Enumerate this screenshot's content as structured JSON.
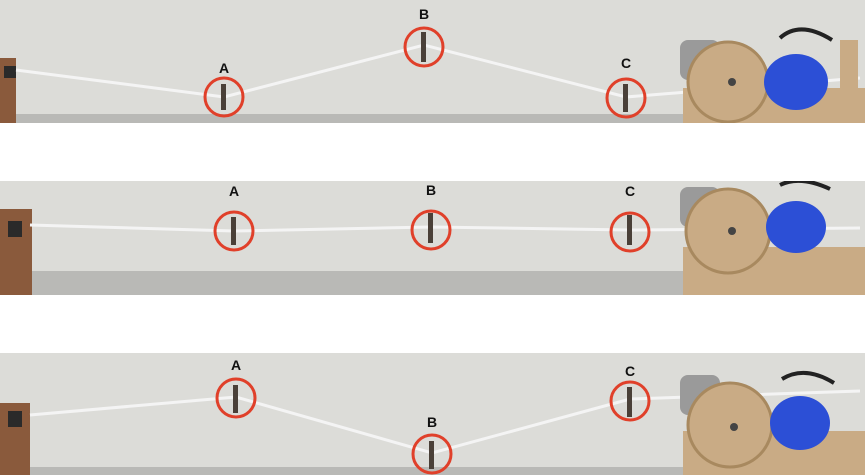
{
  "colors": {
    "wall": "#dcdcd8",
    "floor": "#b9b9b6",
    "string": "#f4f4f4",
    "marker_circle": "#e0402a",
    "label_text": "#111111",
    "motor_wood": "#c9ab85",
    "motor_blue": "#2c4fd6"
  },
  "panels": [
    {
      "markers": [
        {
          "label": "A"
        },
        {
          "label": "B"
        },
        {
          "label": "C"
        }
      ]
    },
    {
      "markers": [
        {
          "label": "A"
        },
        {
          "label": "B"
        },
        {
          "label": "C"
        }
      ]
    },
    {
      "markers": [
        {
          "label": "A"
        },
        {
          "label": "B"
        },
        {
          "label": "C"
        }
      ]
    }
  ]
}
